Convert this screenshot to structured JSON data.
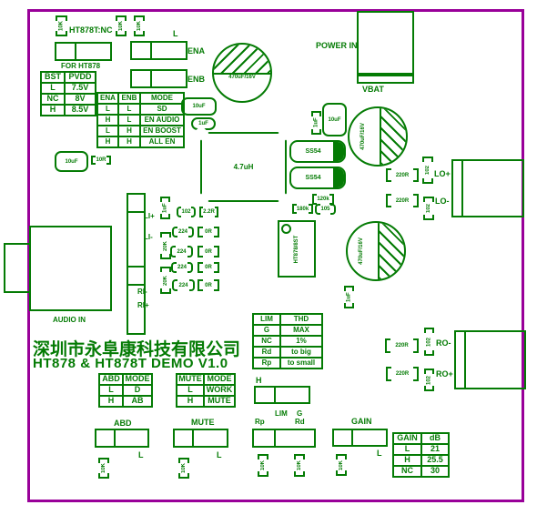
{
  "board": {
    "company": "深圳市永阜康科技有限公司",
    "title": "HT878 & HT878T DEMO V1.0"
  },
  "colors": {
    "silkscreen": "#047B04",
    "board_outline": "#990099",
    "background": "#FFFFFF"
  },
  "labels": {
    "ht878t_nc": "HT878T:NC",
    "for_ht878": "FOR HT878",
    "l": "L",
    "ena": "ENA",
    "enb": "ENB",
    "power_in": "POWER IN",
    "vbat": "VBAT",
    "audio_in": "AUDIO IN",
    "li_plus": "LI+",
    "li_minus": "LI-",
    "ri_minus": "RI-",
    "ri_plus": "RI+",
    "lo_plus": "LO+",
    "lo_minus": "LO-",
    "ro_minus": "RO-",
    "ro_plus": "RO+",
    "h": "H",
    "lim": "LIM",
    "g": "G",
    "rp": "Rp",
    "rd": "Rd",
    "abd": "ABD",
    "mute": "MUTE",
    "gain": "GAIN"
  },
  "parts": {
    "ic": "HT878/8ST",
    "inductor": "4.7uH",
    "ss54": "SS54",
    "cap470": "470uF/16V",
    "cap10uf": "10uF",
    "cap1uf": "1uF",
    "r10k": "10K",
    "r20k": "20K",
    "r10r": "10R",
    "r102": "102",
    "r2r2": "2.2R",
    "r224": "224",
    "r0r": "0R",
    "r220r": "220R",
    "r120k": "120k",
    "r180k": "180k",
    "c105": "105"
  },
  "tables": {
    "bst": {
      "rows": [
        [
          "BST",
          "PVDD"
        ],
        [
          "L",
          "7.5V"
        ],
        [
          "NC",
          "8V"
        ],
        [
          "H",
          "8.5V"
        ]
      ]
    },
    "mode": {
      "rows": [
        [
          "ENA",
          "ENB",
          "MODE"
        ],
        [
          "L",
          "L",
          "SD"
        ],
        [
          "H",
          "L",
          "EN AUDIO"
        ],
        [
          "L",
          "H",
          "EN BOOST"
        ],
        [
          "H",
          "H",
          "ALL EN"
        ]
      ]
    },
    "lim": {
      "rows": [
        [
          "LIM",
          "THD"
        ],
        [
          "G",
          "MAX"
        ],
        [
          "NC",
          "1%"
        ],
        [
          "Rd",
          "to big"
        ],
        [
          "Rp",
          "to small"
        ]
      ]
    },
    "abd": {
      "rows": [
        [
          "ABD",
          "MODE"
        ],
        [
          "L",
          "D"
        ],
        [
          "H",
          "AB"
        ]
      ]
    },
    "mute": {
      "rows": [
        [
          "MUTE",
          "MODE"
        ],
        [
          "L",
          "WORK"
        ],
        [
          "H",
          "MUTE"
        ]
      ]
    },
    "gain": {
      "rows": [
        [
          "GAIN",
          "dB"
        ],
        [
          "L",
          "21"
        ],
        [
          "H",
          "25.5"
        ],
        [
          "NC",
          "30"
        ]
      ]
    }
  }
}
